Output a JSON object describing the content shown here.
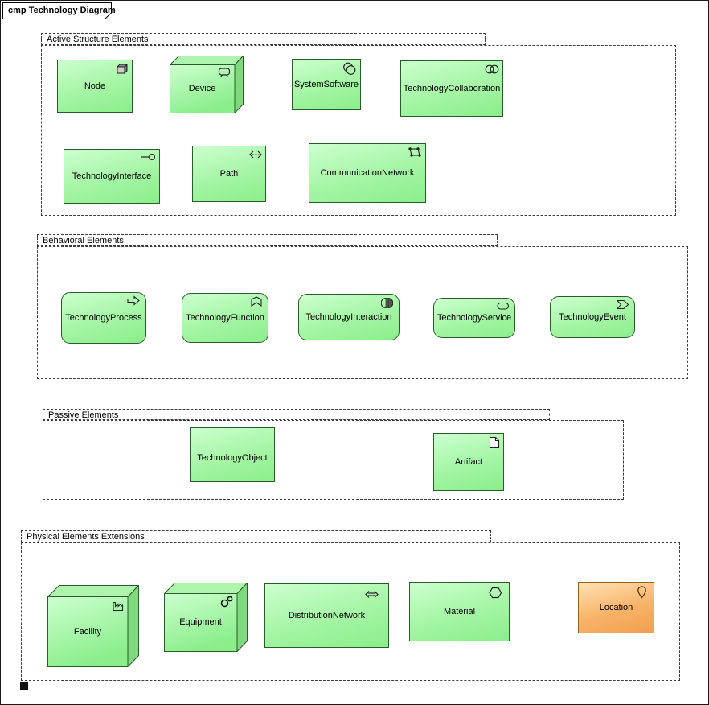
{
  "frame": {
    "title": "cmp Technology Diagram"
  },
  "groups": {
    "active_structure": {
      "label": "Active Structure Elements"
    },
    "behavioral": {
      "label": "Behavioral Elements"
    },
    "passive": {
      "label": "Passive Elements"
    },
    "physical": {
      "label": "Physical Elements Extensions"
    }
  },
  "elements": {
    "node": {
      "label": "Node",
      "icon": "cube-3d-icon"
    },
    "device": {
      "label": "Device",
      "icon": "display-icon"
    },
    "system_software": {
      "label": "SystemSoftware",
      "icon": "overlapping-circles-icon"
    },
    "technology_collaboration": {
      "label": "TechnologyCollaboration",
      "icon": "interlocking-circles-icon"
    },
    "technology_interface": {
      "label": "TechnologyInterface",
      "icon": "socket-lollipop-icon"
    },
    "path": {
      "label": "Path",
      "icon": "dashed-double-arrow-icon"
    },
    "communication_network": {
      "label": "CommunicationNetwork",
      "icon": "network-nodes-icon"
    },
    "technology_process": {
      "label": "TechnologyProcess",
      "icon": "process-arrow-icon"
    },
    "technology_function": {
      "label": "TechnologyFunction",
      "icon": "function-chevron-icon"
    },
    "technology_interaction": {
      "label": "TechnologyInteraction",
      "icon": "split-circle-icon"
    },
    "technology_service": {
      "label": "TechnologyService",
      "icon": "service-oval-icon"
    },
    "technology_event": {
      "label": "TechnologyEvent",
      "icon": "event-arrow-icon"
    },
    "technology_object": {
      "label": "TechnologyObject",
      "icon": ""
    },
    "artifact": {
      "label": "Artifact",
      "icon": "document-icon"
    },
    "facility": {
      "label": "Facility",
      "icon": "factory-icon"
    },
    "equipment": {
      "label": "Equipment",
      "icon": "gears-icon"
    },
    "distribution_network": {
      "label": "DistributionNetwork",
      "icon": "double-headed-arrow-icon"
    },
    "material": {
      "label": "Material",
      "icon": "hexagon-icon"
    },
    "location": {
      "label": "Location",
      "icon": "map-pin-icon"
    }
  },
  "colors": {
    "element_green_top": "#ccffcf",
    "element_green_bottom": "#8bee8b",
    "element_green_border": "#2a5c2a",
    "location_orange_top": "#ffe2b4",
    "location_orange_bottom": "#f0a04e",
    "location_orange_border": "#96601d",
    "group_dash": "#3c3c3c",
    "frame_border": "#1a1a1a"
  }
}
